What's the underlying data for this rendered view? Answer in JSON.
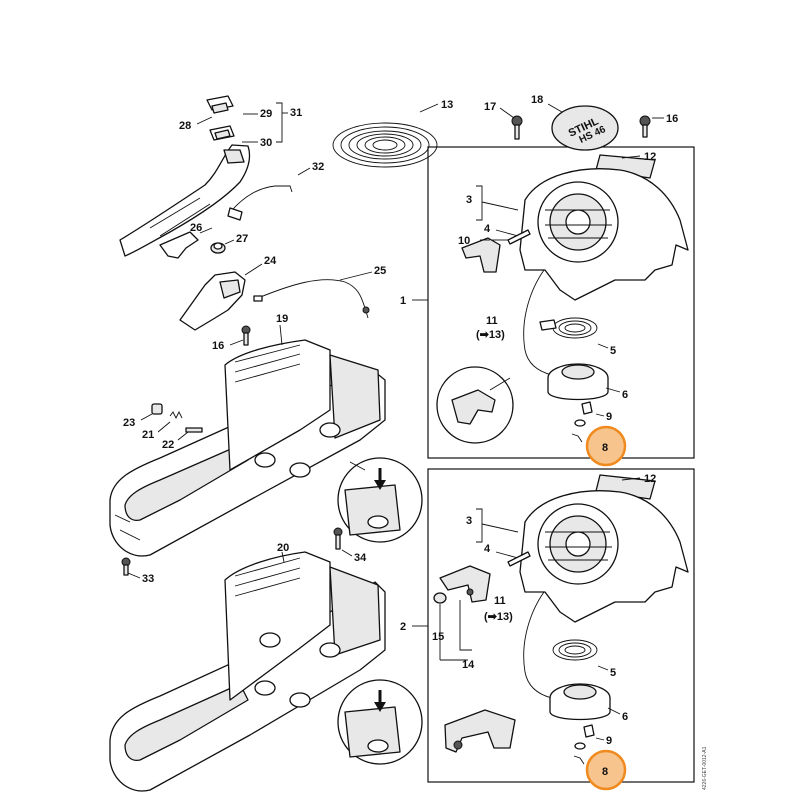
{
  "labels": {
    "l1": "1",
    "l2": "2",
    "l3a": "3",
    "l3b": "3",
    "l4a": "4",
    "l4b": "4",
    "l5a": "5",
    "l5b": "5",
    "l6a": "6",
    "l6b": "6",
    "l8a": "8",
    "l8b": "8",
    "l9a": "9",
    "l9b": "9",
    "l10": "10",
    "l11a": "11",
    "l11b": "11",
    "l13ref_a": "(➡13)",
    "l13ref_b": "(➡13)",
    "l12a": "12",
    "l12b": "12",
    "l13": "13",
    "l14": "14",
    "l15": "15",
    "l16a": "16",
    "l16b": "16",
    "l17": "17",
    "l18": "18",
    "l19": "19",
    "l20": "20",
    "l21": "21",
    "l22": "22",
    "l23": "23",
    "l24": "24",
    "l25": "25",
    "l26": "26",
    "l27": "27",
    "l28": "28",
    "l29": "29",
    "l30": "30",
    "l31": "31",
    "l32": "32",
    "l33": "33",
    "l34": "34"
  },
  "decal_text": "STIHL",
  "decal_model": "HS 46",
  "reference_code": "4226-GET-0012-A1",
  "highlight_color": "#f08a1e"
}
